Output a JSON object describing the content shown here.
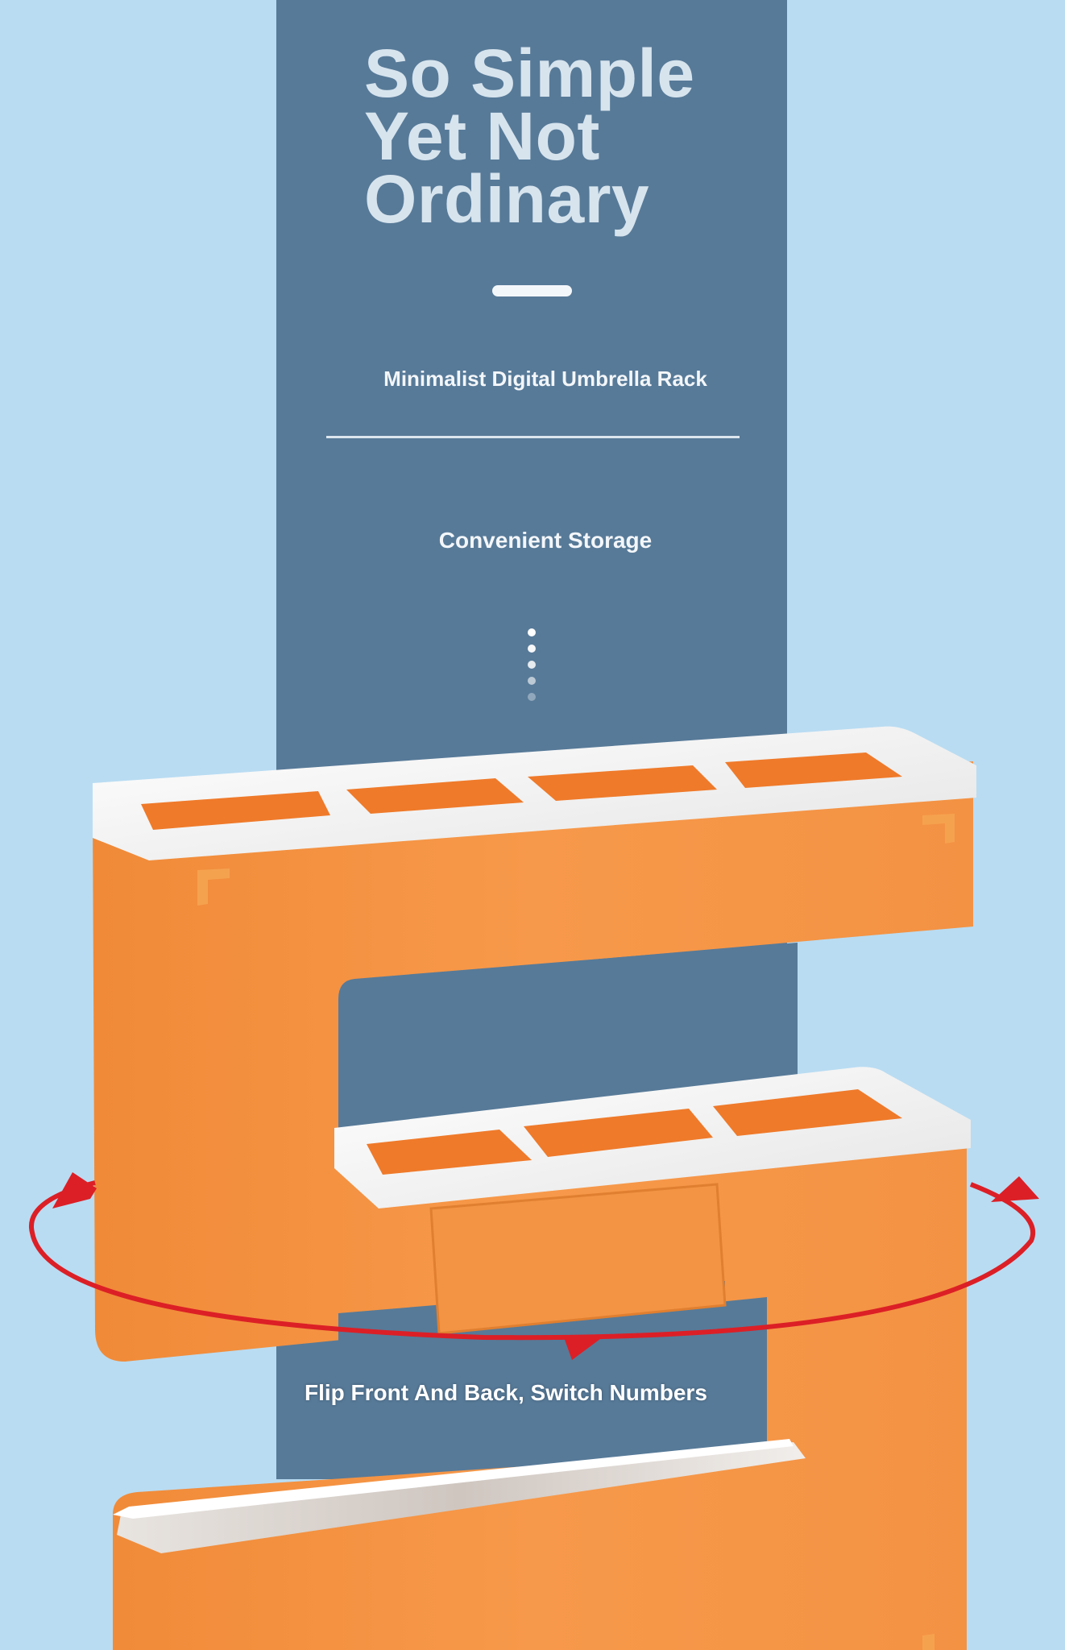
{
  "headline": {
    "line1": "So Simple",
    "line2": "Yet Not",
    "line3": "Ordinary"
  },
  "subtitle": "Minimalist Digital Umbrella Rack",
  "feature": "Convenient Storage",
  "caption": "Flip Front And Back, Switch Numbers",
  "colors": {
    "background": "#b9dcf2",
    "panel": "#577a98",
    "headline_text": "#d7e4ee",
    "product_orange": "#f5913e",
    "product_white": "#f6f6f6",
    "rotation_arrow": "#dc1f26"
  },
  "product": {
    "description_icon": "orange-s-shaped-umbrella-rack",
    "rotation_icon": "red-rotation-arrow"
  }
}
